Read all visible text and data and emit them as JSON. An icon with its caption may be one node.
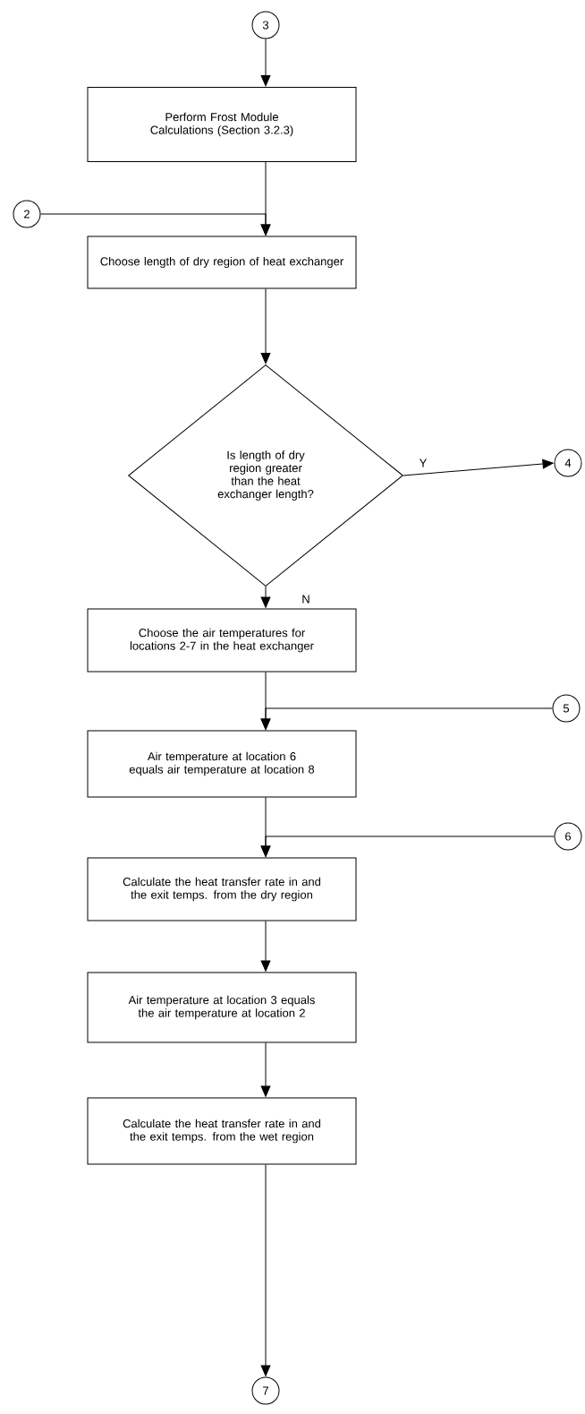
{
  "diagram": {
    "nodes": [
      {
        "text": [
          "3"
        ]
      },
      {
        "text": [
          "Perform Frost Module Calculations (Section 3.2.3)"
        ]
      },
      {
        "text": [
          "2"
        ]
      },
      {
        "text": [
          "Choose length of dry region of heat exchanger"
        ]
      },
      {
        "text": [
          "Is length of dry region greater than the heat exchanger length?"
        ]
      },
      {
        "text": [
          "4"
        ]
      },
      {
        "text": [
          "Choose the air temperatures for locations 2-7 in the heat exchanger"
        ]
      },
      {
        "text": [
          "5"
        ]
      },
      {
        "text": [
          "Air temperature at location 6 equals air temperature at location 8"
        ]
      },
      {
        "text": [
          "6"
        ]
      },
      {
        "text": [
          "Calculate the heat transfer rate in and the exit temps. from the dry region"
        ]
      },
      {
        "text": [
          "Air temperature at location 3 equals the air temperature at location 2"
        ]
      },
      {
        "text": [
          "Calculate the heat transfer rate in and the exit temps. from the wet region"
        ]
      },
      {
        "text": [
          "7"
        ]
      }
    ],
    "edges": [
      {
        "from": 0,
        "to": 1,
        "arrow": "to"
      },
      {
        "from": 1,
        "to": 3,
        "arrow": "to"
      },
      {
        "from": 2,
        "to": 3,
        "arrow": "to"
      },
      {
        "from": 3,
        "to": 4,
        "arrow": "to"
      },
      {
        "from": 4,
        "to": 5,
        "arrow": "to",
        "label": "Y"
      },
      {
        "from": 4,
        "to": 6,
        "arrow": "to",
        "label": "N"
      },
      {
        "from": 6,
        "to": 8,
        "arrow": "to"
      },
      {
        "from": 7,
        "to": 8,
        "arrow": "to"
      },
      {
        "from": 8,
        "to": 10,
        "arrow": "to"
      },
      {
        "from": 9,
        "to": 10,
        "arrow": "to"
      },
      {
        "from": 10,
        "to": 11,
        "arrow": "to"
      },
      {
        "from": 11,
        "to": 12,
        "arrow": "to"
      },
      {
        "from": 12,
        "to": 13,
        "arrow": "to"
      }
    ]
  }
}
